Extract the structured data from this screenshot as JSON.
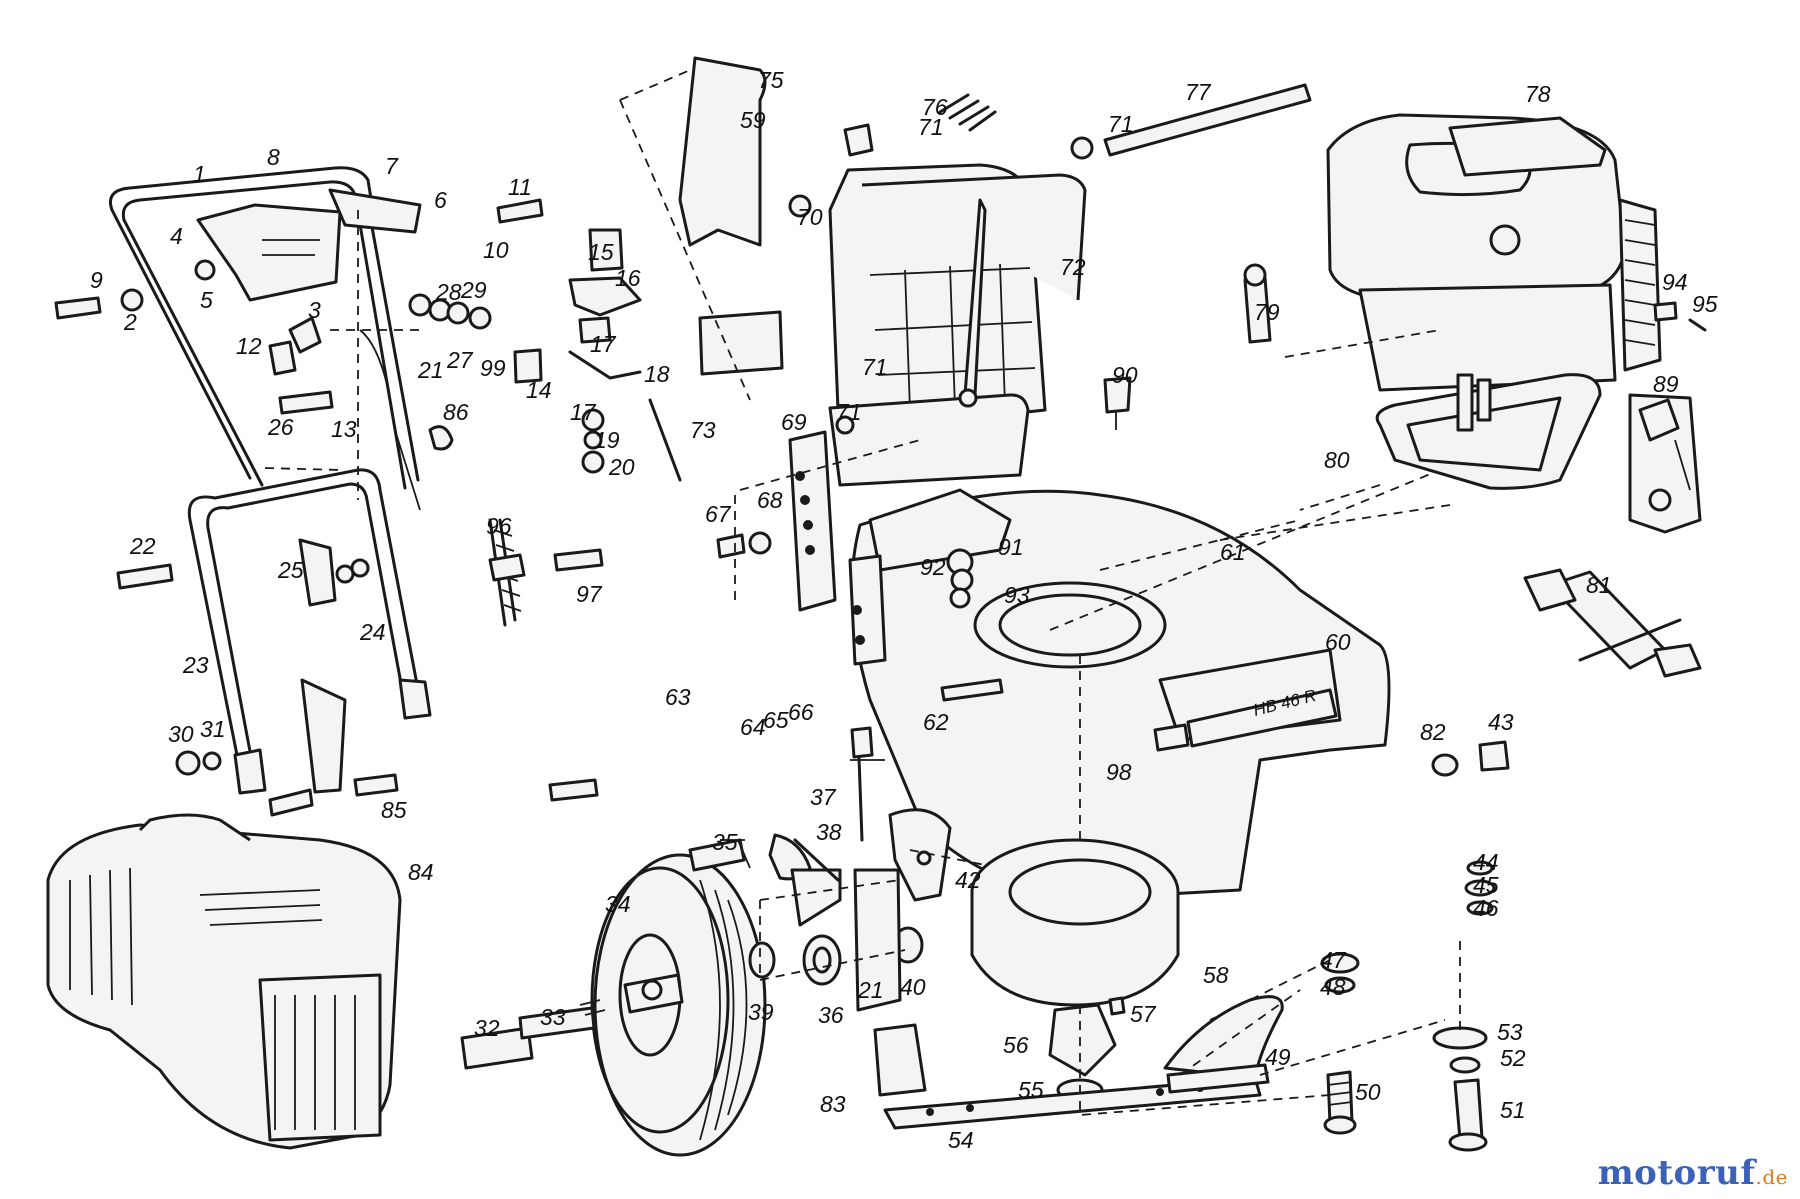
{
  "brand": {
    "name": "motoruf",
    "suffix": ".de",
    "color_main": "#3c62b8",
    "color_suffix": "#e07a1f"
  },
  "deck_badge": "HB 46 R",
  "part_numbers": [
    "1",
    "2",
    "3",
    "4",
    "5",
    "6",
    "7",
    "8",
    "9",
    "10",
    "11",
    "12",
    "13",
    "14",
    "15",
    "16",
    "17",
    "17",
    "18",
    "19",
    "20",
    "21",
    "21",
    "22",
    "23",
    "24",
    "25",
    "26",
    "27",
    "28",
    "29",
    "30",
    "31",
    "32",
    "33",
    "34",
    "35",
    "36",
    "37",
    "38",
    "39",
    "40",
    "42",
    "43",
    "44",
    "45",
    "46",
    "47",
    "48",
    "49",
    "50",
    "51",
    "52",
    "53",
    "54",
    "55",
    "56",
    "57",
    "58",
    "59",
    "60",
    "61",
    "62",
    "63",
    "64",
    "65",
    "66",
    "67",
    "68",
    "69",
    "70",
    "71",
    "71",
    "71",
    "71",
    "72",
    "73",
    "75",
    "76",
    "77",
    "78",
    "79",
    "80",
    "81",
    "82",
    "83",
    "84",
    "85",
    "86",
    "89",
    "90",
    "91",
    "92",
    "93",
    "94",
    "95",
    "96",
    "97",
    "98",
    "99"
  ]
}
